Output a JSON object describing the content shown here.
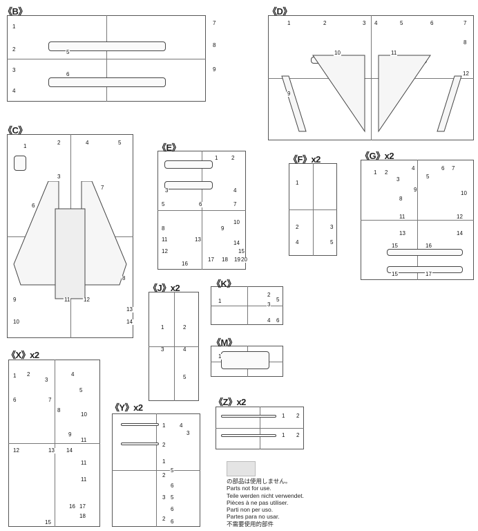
{
  "sprues": {
    "B": {
      "label": "《B》",
      "parts": [
        "1",
        "2",
        "3",
        "4",
        "5",
        "6",
        "7",
        "8",
        "9"
      ]
    },
    "D": {
      "label": "《D》",
      "parts": [
        "1",
        "2",
        "3",
        "4",
        "5",
        "6",
        "7",
        "8",
        "10",
        "11",
        "9",
        "12"
      ]
    },
    "C": {
      "label": "《C》",
      "parts": [
        "1",
        "2",
        "3",
        "4",
        "5",
        "6",
        "7",
        "8",
        "9",
        "10",
        "11",
        "12",
        "13",
        "14"
      ]
    },
    "E": {
      "label": "《E》",
      "parts": [
        "1",
        "2",
        "3",
        "4",
        "5",
        "6",
        "7",
        "8",
        "9",
        "10",
        "11",
        "12",
        "13",
        "14",
        "15",
        "16",
        "17",
        "18",
        "19",
        "20"
      ]
    },
    "F": {
      "label": "《F》x2",
      "parts": [
        "1",
        "2",
        "3",
        "4",
        "5"
      ]
    },
    "G": {
      "label": "《G》x2",
      "parts": [
        "1",
        "2",
        "3",
        "4",
        "5",
        "6",
        "7",
        "8",
        "9",
        "10",
        "11",
        "12",
        "13",
        "14",
        "15",
        "16",
        "15",
        "17"
      ]
    },
    "J": {
      "label": "《J》x2",
      "parts": [
        "1",
        "2",
        "3",
        "4",
        "5"
      ]
    },
    "K": {
      "label": "《K》",
      "parts": [
        "1",
        "2",
        "3",
        "4",
        "5",
        "6"
      ]
    },
    "M": {
      "label": "《M》",
      "parts": [
        "1"
      ]
    },
    "X": {
      "label": "《X》x2",
      "parts": [
        "1",
        "2",
        "3",
        "4",
        "5",
        "6",
        "7",
        "8",
        "9",
        "10",
        "11",
        "12",
        "13",
        "14",
        "11",
        "11",
        "16",
        "17",
        "18",
        "15"
      ]
    },
    "Y": {
      "label": "《Y》x2",
      "parts": [
        "1",
        "4",
        "2",
        "3",
        "1",
        "2",
        "5",
        "6",
        "3",
        "5",
        "6",
        "2",
        "6"
      ]
    },
    "Z": {
      "label": "《Z》x2",
      "parts": [
        "1",
        "2",
        "1",
        "2"
      ]
    }
  },
  "legend": {
    "lines": [
      "の部品は使用しません。",
      "Parts not for use.",
      "Teile werden nicht verwendet.",
      "Pièces à ne pas utiliser.",
      "Parti non per uso.",
      "Partes para no usar.",
      "不需要使用的部件"
    ],
    "swatch_color": "#e4e4e4"
  }
}
